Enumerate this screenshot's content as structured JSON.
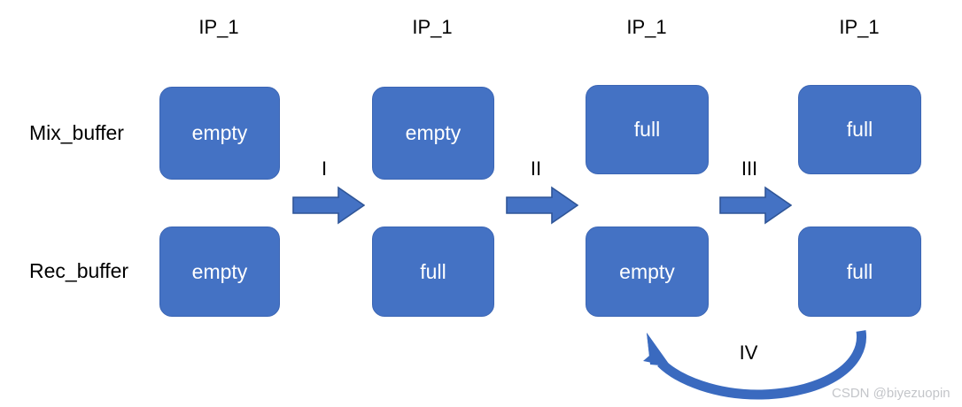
{
  "diagram": {
    "title_row": {
      "labels": [
        "IP_1",
        "IP_1",
        "IP_1",
        "IP_1"
      ]
    },
    "row_labels": {
      "top": "Mix_buffer",
      "bottom": "Rec_buffer"
    },
    "columns": [
      {
        "title": "IP_1",
        "mix_buffer": "empty",
        "rec_buffer": "empty"
      },
      {
        "title": "IP_1",
        "mix_buffer": "empty",
        "rec_buffer": "full"
      },
      {
        "title": "IP_1",
        "mix_buffer": "full",
        "rec_buffer": "empty"
      },
      {
        "title": "IP_1",
        "mix_buffer": "full",
        "rec_buffer": "full"
      }
    ],
    "transitions": [
      {
        "label": "I",
        "from": 1,
        "to": 2,
        "kind": "block-arrow-right"
      },
      {
        "label": "II",
        "from": 2,
        "to": 3,
        "kind": "block-arrow-right"
      },
      {
        "label": "III",
        "from": 3,
        "to": 4,
        "kind": "block-arrow-right"
      },
      {
        "label": "IV",
        "from": 4,
        "to": 3,
        "kind": "curved-arrow-left"
      }
    ],
    "colors": {
      "box_fill": "#4472C4",
      "box_stroke": "#3C66B4",
      "box_text": "#FFFFFF",
      "arrow_fill": "#4472C4",
      "arrow_stroke": "#2F5597",
      "curve_stroke": "#3A6ABF",
      "background": "#FFFFFF",
      "label_text": "#000000",
      "watermark_text": "#C3C5C9"
    },
    "watermark": "CSDN @biyezuopin"
  }
}
